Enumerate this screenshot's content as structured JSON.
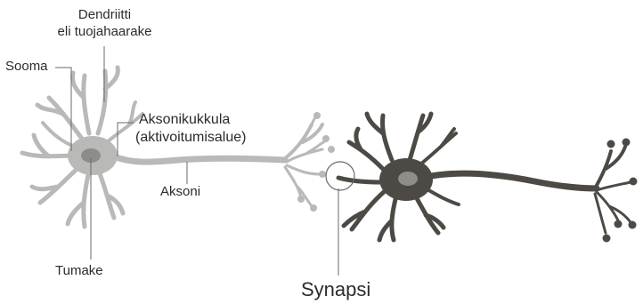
{
  "labels": {
    "dendrite_line1": "Dendriitti",
    "dendrite_line2": "eli tuojahaarake",
    "soma": "Sooma",
    "axon_hillock_line1": "Aksonikukkula",
    "axon_hillock_line2": "(aktivoitumisalue)",
    "axon": "Aksoni",
    "nucleus": "Tumake",
    "synapse": "Synapsi"
  },
  "colors": {
    "neuron1": "#b9b9b7",
    "neuron1_nucleus": "#8c8c8a",
    "neuron2": "#4d4a45",
    "neuron2_nucleus": "#8f8d87",
    "leader": "#6a6a6a",
    "text": "#2b2b2b"
  }
}
